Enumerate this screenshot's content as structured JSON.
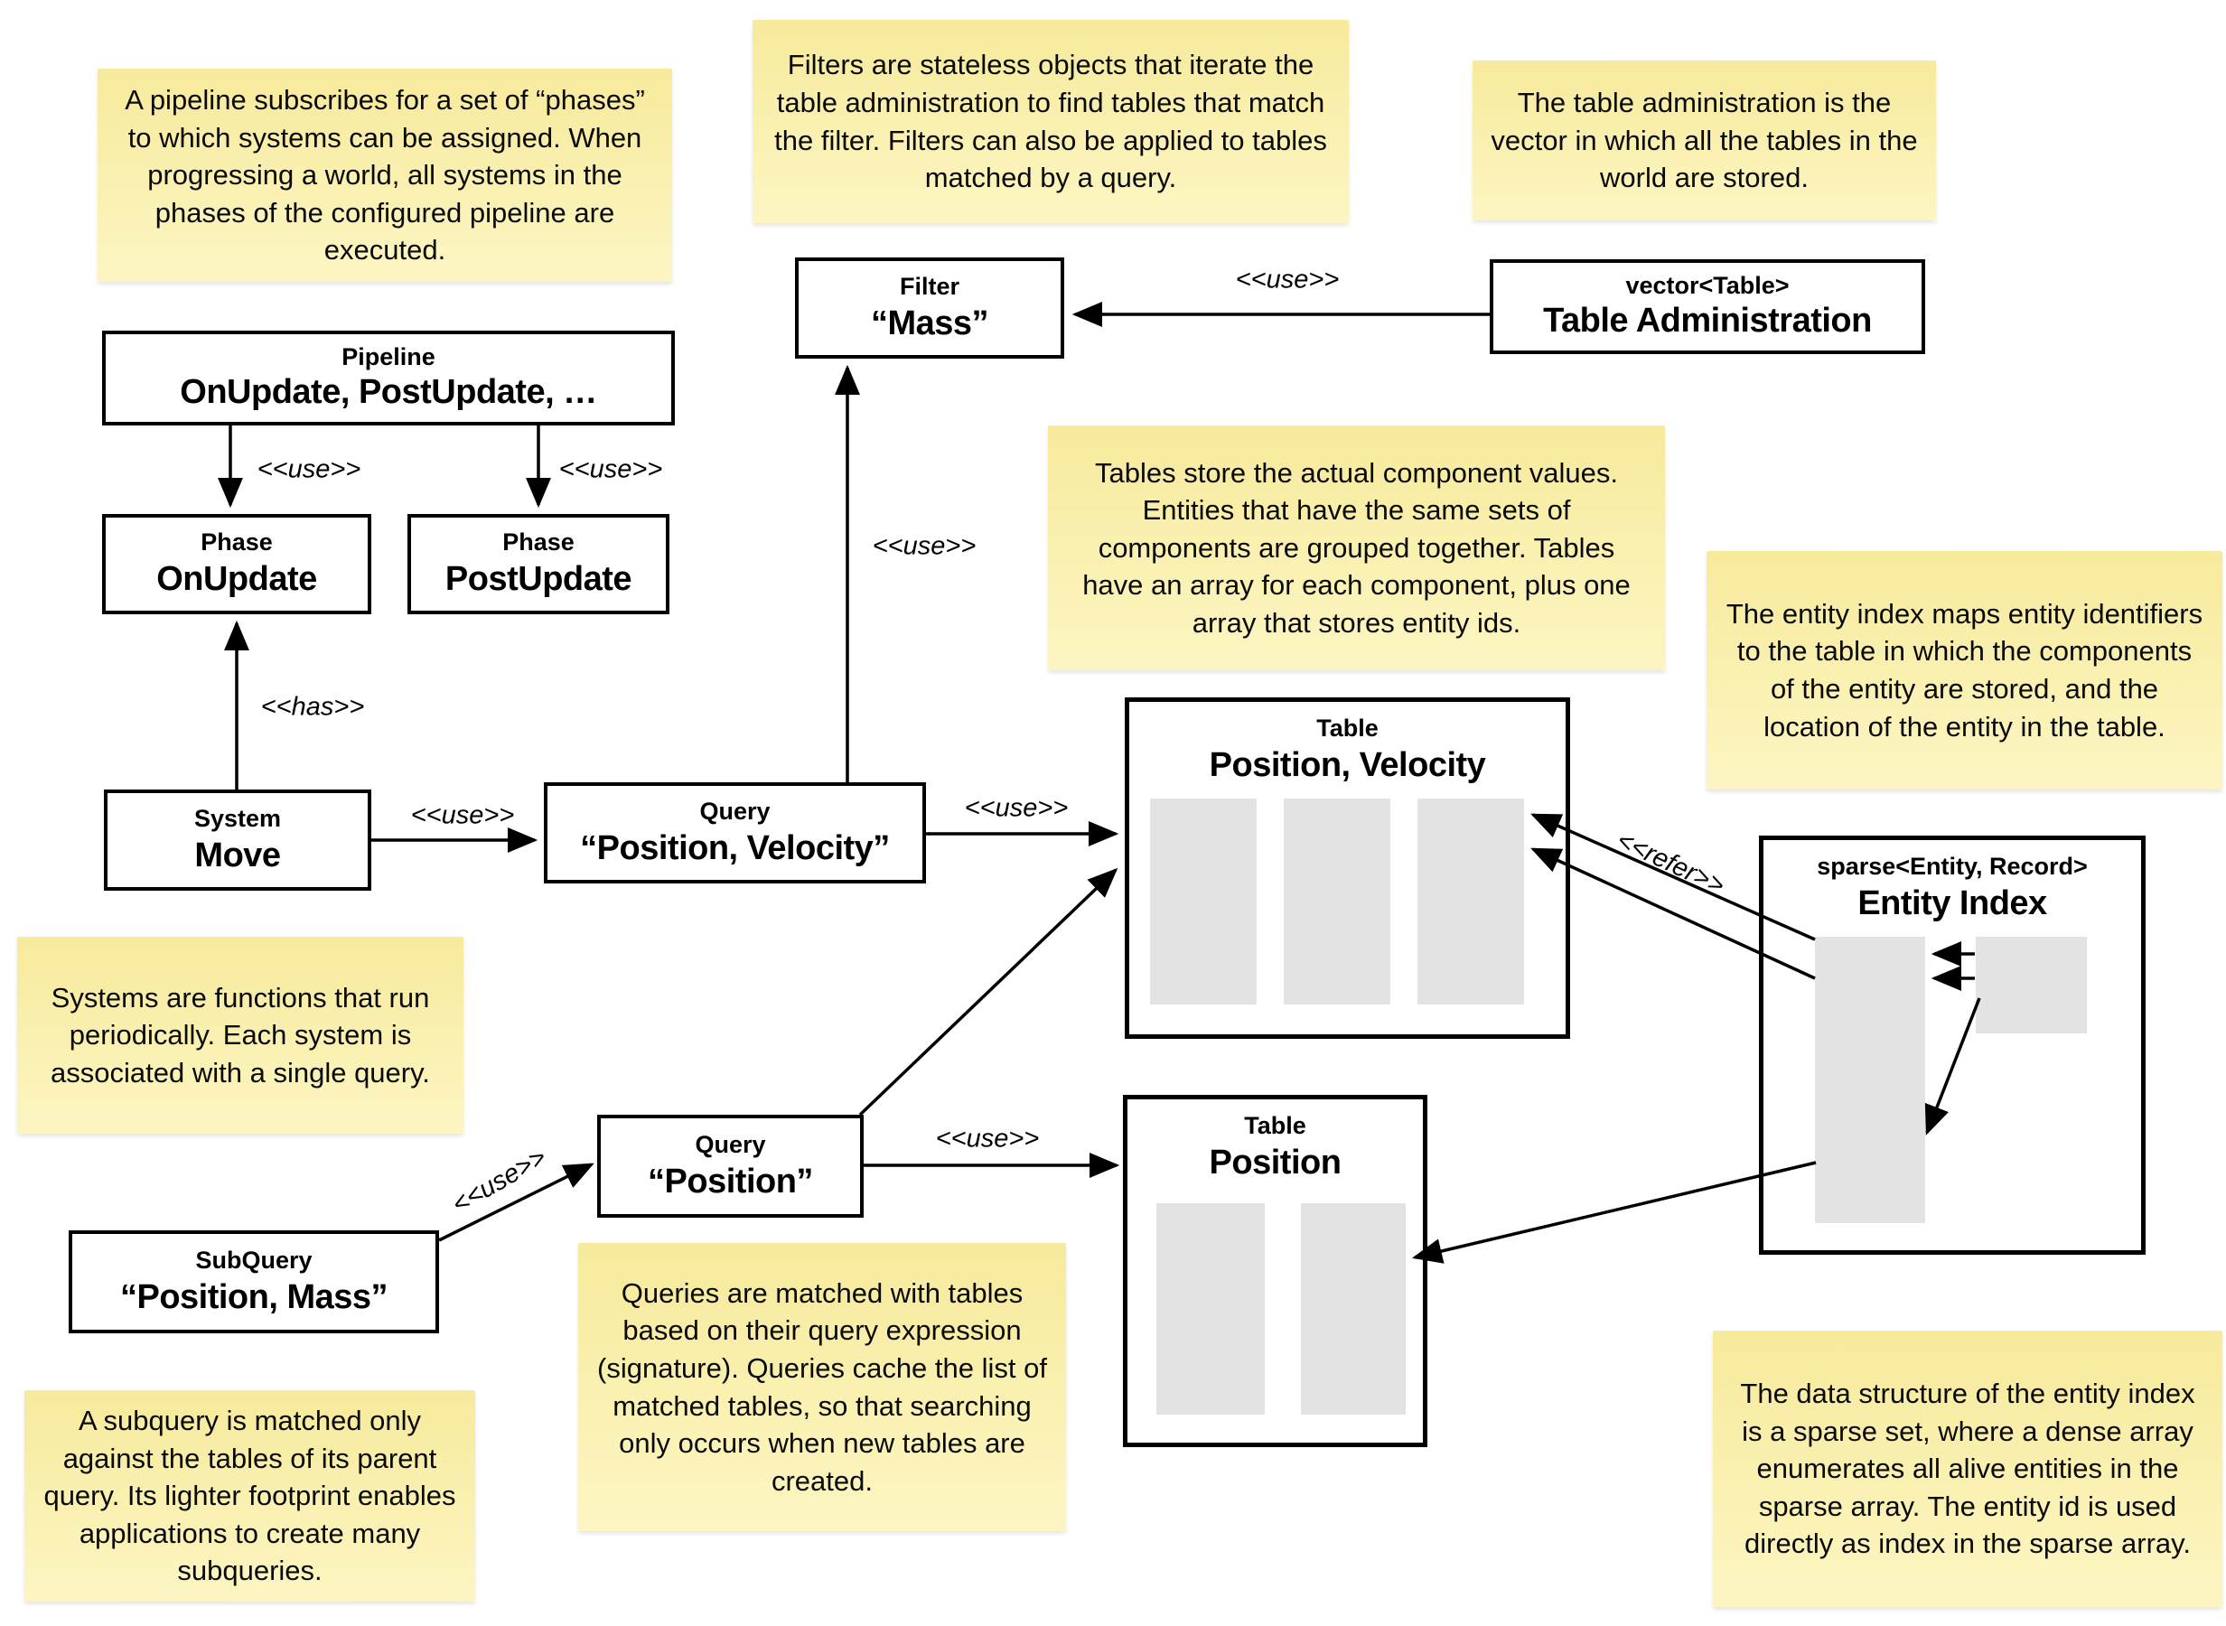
{
  "labels": {
    "use": "<<use>>",
    "has": "<<has>>",
    "refer": "<<refer>>"
  },
  "notes": {
    "pipeline": "A pipeline subscribes for a set of “phases” to which systems can be assigned. When progressing a world, all systems in the phases of the configured pipeline are executed.",
    "filters": "Filters are stateless objects that iterate the table administration to find tables that match the filter. Filters can also be applied to tables matched by a query.",
    "table_admin": "The table administration is the vector in which all the tables in the world are stored.",
    "tables": "Tables store the actual component values. Entities that have the same sets of components are grouped together. Tables have an array for each component, plus one array that stores entity ids.",
    "entity_index": "The entity index maps entity identifiers to the table in which the components of the entity are stored, and the location of the entity in the table.",
    "systems": "Systems are functions that run periodically. Each system is associated with a single query.",
    "queries": "Queries are matched with tables based on their query expression (signature). Queries cache the list of matched tables, so that searching only occurs when new tables are created.",
    "subquery": "A subquery is matched only against the tables of its parent query. Its lighter footprint enables applications to create many subqueries.",
    "sparse_set": "The data structure of the entity index is a sparse set, where a dense array enumerates all alive entities in the sparse array. The entity id is used directly as index in the sparse array."
  },
  "boxes": {
    "filter": {
      "stereotype": "Filter",
      "name": "“Mass”"
    },
    "table_admin": {
      "stereotype": "vector<Table>",
      "name": "Table Administration"
    },
    "pipeline": {
      "stereotype": "Pipeline",
      "name": "OnUpdate, PostUpdate, …"
    },
    "phase_on_update": {
      "stereotype": "Phase",
      "name": "OnUpdate"
    },
    "phase_post_update": {
      "stereotype": "Phase",
      "name": "PostUpdate"
    },
    "system_move": {
      "stereotype": "System",
      "name": "Move"
    },
    "query_position_velocity": {
      "stereotype": "Query",
      "name": "“Position, Velocity”"
    },
    "table_position_velocity": {
      "stereotype": "Table",
      "name": "Position, Velocity"
    },
    "query_position": {
      "stereotype": "Query",
      "name": "“Position”"
    },
    "table_position": {
      "stereotype": "Table",
      "name": "Position"
    },
    "subquery_position_mass": {
      "stereotype": "SubQuery",
      "name": "“Position, Mass”"
    },
    "entity_index": {
      "stereotype": "sparse<Entity, Record>",
      "name": "Entity Index"
    }
  },
  "colors": {
    "note_background_top": "#f7ea9c",
    "note_background_bottom": "#fcf5c2",
    "array_fill": "#e3e3e3",
    "line_color": "#000000",
    "box_background": "#ffffff"
  }
}
